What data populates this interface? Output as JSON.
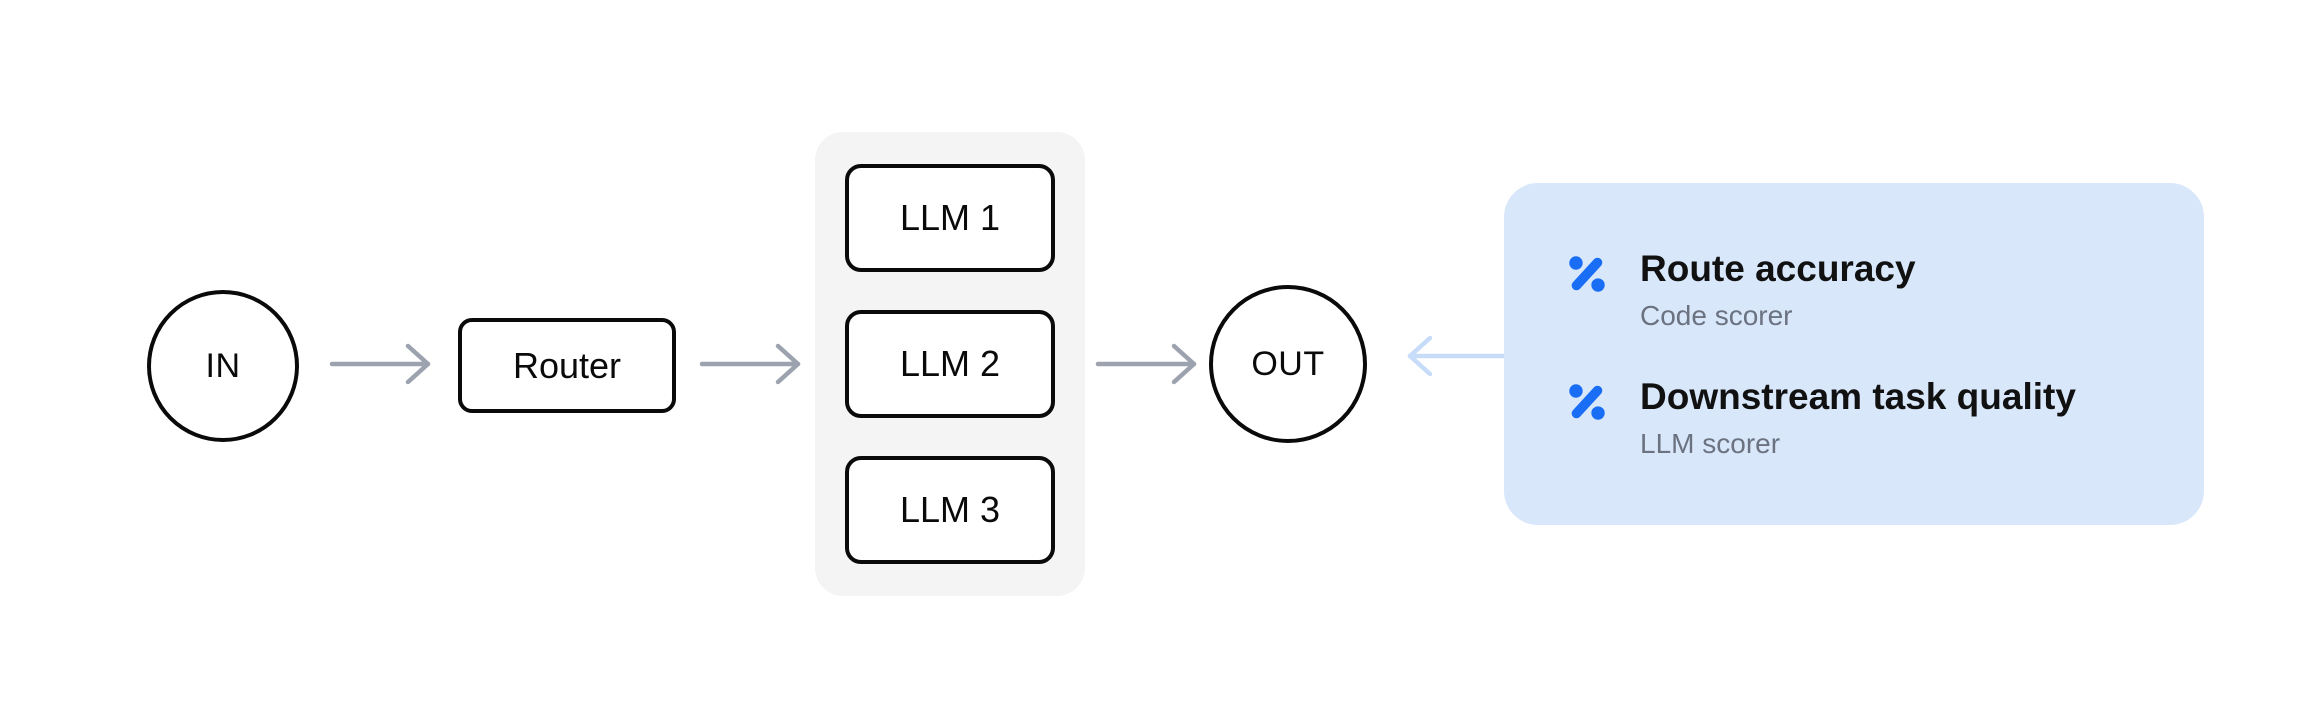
{
  "diagram": {
    "input_node": {
      "label": "IN"
    },
    "router_node": {
      "label": "Router"
    },
    "llm_nodes": [
      {
        "label": "LLM 1"
      },
      {
        "label": "LLM 2"
      },
      {
        "label": "LLM 3"
      }
    ],
    "output_node": {
      "label": "OUT"
    },
    "scorer_panel": {
      "items": [
        {
          "icon": "percent-scorer-icon",
          "title": "Route accuracy",
          "subtitle": "Code scorer"
        },
        {
          "icon": "percent-scorer-icon",
          "title": "Downstream task quality",
          "subtitle": "LLM scorer"
        }
      ]
    },
    "colors": {
      "accent_blue": "#1a6ef5",
      "panel_background": "#d9e7fb",
      "arrow_gray": "#9ca3af",
      "arrow_light_blue": "#c7dcf8",
      "node_border": "#0a0a0a",
      "group_background": "#f4f4f4",
      "subtitle_gray": "#6b7280"
    }
  }
}
